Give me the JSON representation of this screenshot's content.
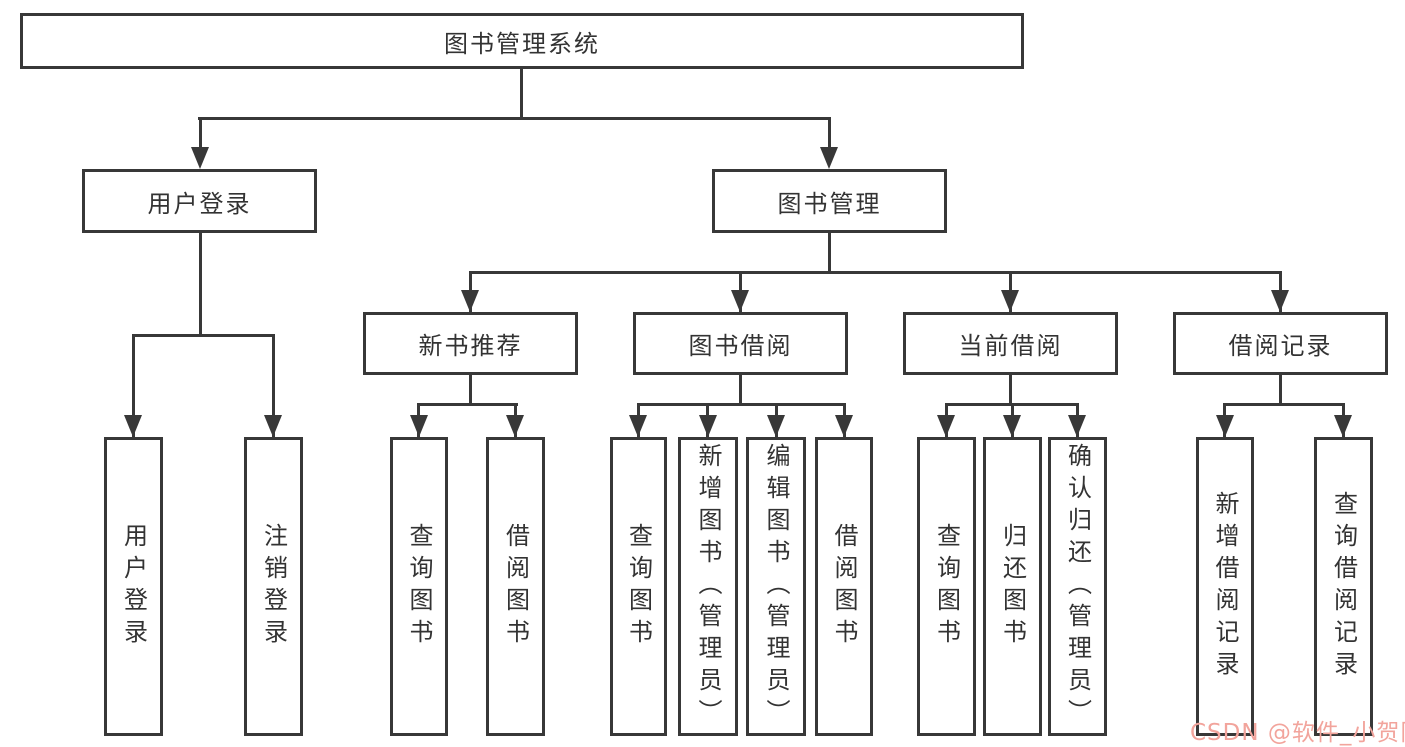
{
  "tree": {
    "root": "图书管理系统",
    "children": [
      {
        "label": "用户登录",
        "children": [
          "用户登录",
          "注销登录"
        ]
      },
      {
        "label": "图书管理",
        "children": [
          {
            "label": "新书推荐",
            "children": [
              "查询图书",
              "借阅图书"
            ]
          },
          {
            "label": "图书借阅",
            "children": [
              "查询图书",
              "新增图书（管理员）",
              "编辑图书（管理员）",
              "借阅图书"
            ]
          },
          {
            "label": "当前借阅",
            "children": [
              "查询图书",
              "归还图书",
              "确认归还（管理员）"
            ]
          },
          {
            "label": "借阅记录",
            "children": [
              "新增借阅记录",
              "查询借阅记录"
            ]
          }
        ]
      }
    ]
  },
  "watermark": {
    "text": "CSDN @软件_小贺同学",
    "color": "#f2a49c"
  },
  "colors": {
    "line": "#383838",
    "text": "#333333",
    "background": "#ffffff"
  }
}
